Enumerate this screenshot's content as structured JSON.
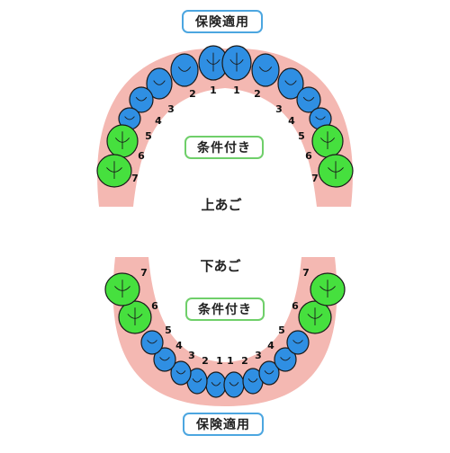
{
  "colors": {
    "insured": "#2f8fe3",
    "conditional": "#46e03e",
    "gum": "#f4b8b2",
    "outline": "#1a1a1a",
    "blue_border": "#4ca6e0",
    "green_border": "#6fcf6a"
  },
  "upper": {
    "label": "上あご",
    "insured_badge": "保険適用",
    "conditional_badge": "条件付き",
    "left_numbers": [
      "1",
      "2",
      "3",
      "4",
      "5",
      "6",
      "7"
    ],
    "right_numbers": [
      "1",
      "2",
      "3",
      "4",
      "5",
      "6",
      "7"
    ]
  },
  "lower": {
    "label": "下あご",
    "insured_badge": "保険適用",
    "conditional_badge": "条件付き",
    "left_numbers": [
      "1",
      "2",
      "3",
      "4",
      "5",
      "6",
      "7"
    ],
    "right_numbers": [
      "1",
      "2",
      "3",
      "4",
      "5",
      "6",
      "7"
    ]
  },
  "teeth": {
    "insured_numbers": [
      1,
      2,
      3,
      4,
      5
    ],
    "conditional_numbers": [
      6,
      7
    ]
  }
}
